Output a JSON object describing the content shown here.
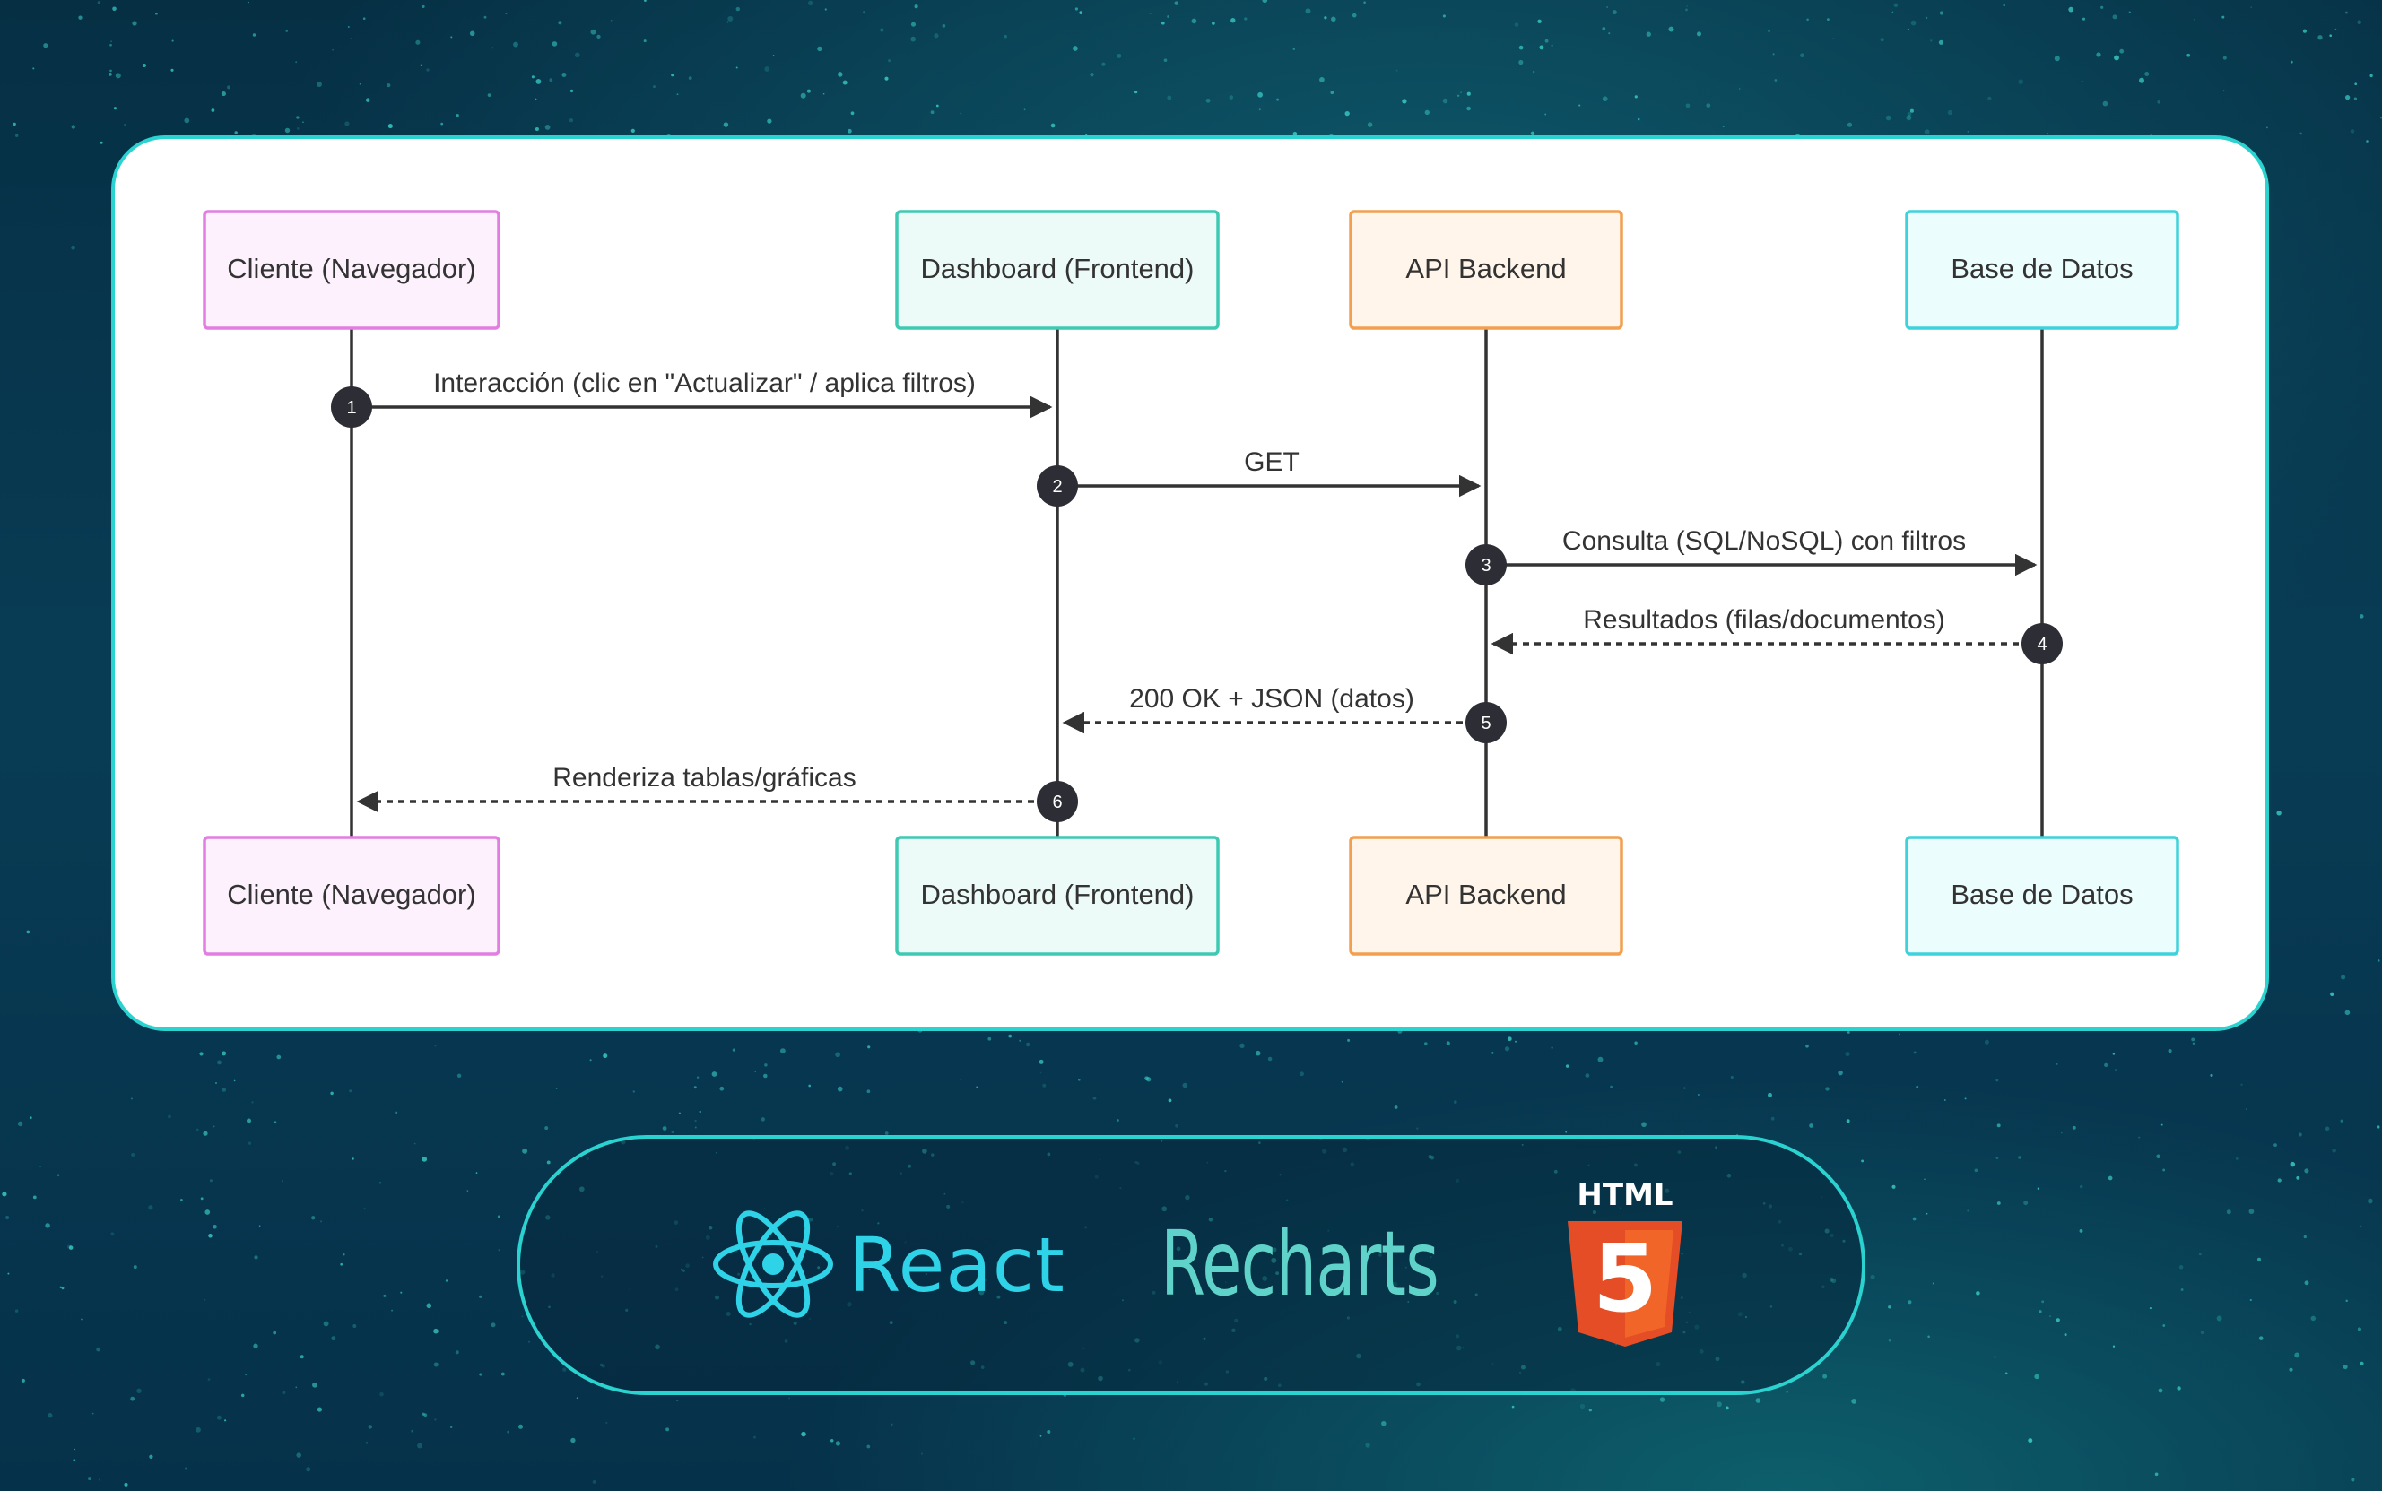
{
  "diagram": {
    "participants": [
      {
        "label": "Cliente (Navegador)",
        "stroke": "#e27ee2",
        "fill": "#fdf1fd"
      },
      {
        "label": "Dashboard (Frontend)",
        "stroke": "#3ec9b2",
        "fill": "#edfbf8"
      },
      {
        "label": "API Backend",
        "stroke": "#f2a050",
        "fill": "#fff5ea"
      },
      {
        "label": "Base de Datos",
        "stroke": "#3ed2dc",
        "fill": "#ecfdfd"
      }
    ],
    "messages": [
      {
        "number": "1",
        "text": "Interacción (clic en \"Actualizar\" / aplica filtros)",
        "from": 0,
        "to": 1,
        "style": "solid"
      },
      {
        "number": "2",
        "text": "GET",
        "from": 1,
        "to": 2,
        "style": "solid"
      },
      {
        "number": "3",
        "text": "Consulta (SQL/NoSQL) con filtros",
        "from": 2,
        "to": 3,
        "style": "solid"
      },
      {
        "number": "4",
        "text": "Resultados (filas/documentos)",
        "from": 3,
        "to": 2,
        "style": "dashed"
      },
      {
        "number": "5",
        "text": "200 OK + JSON (datos)",
        "from": 2,
        "to": 1,
        "style": "dashed"
      },
      {
        "number": "6",
        "text": "Renderiza tablas/gráficas",
        "from": 1,
        "to": 0,
        "style": "dashed"
      }
    ]
  },
  "tech": {
    "react_label": "React",
    "recharts_label": "Recharts",
    "html5_label": "HTML",
    "html5_digit": "5"
  },
  "colors": {
    "accent": "#2bd3d0",
    "react": "#2fd3e7",
    "recharts": "#5fd3c9",
    "html5_orange": "#e44d26",
    "html5_light": "#f16529"
  }
}
